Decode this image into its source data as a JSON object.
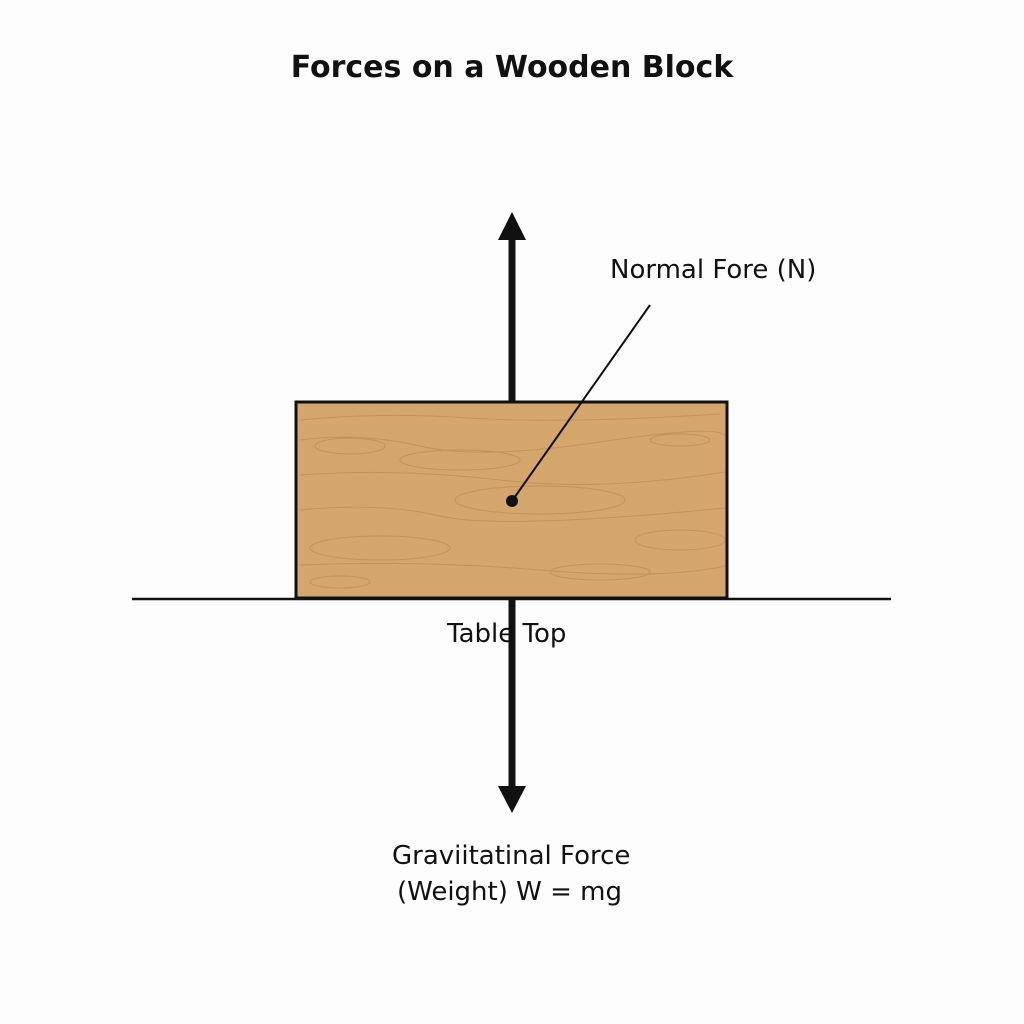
{
  "title": "Forces on a Wooden Block",
  "labels": {
    "normal_force": "Normal Fore (N)",
    "table_top": "Table Top",
    "gravity_line1": "Graviitatinal Force",
    "gravity_line2": "(Weight) W = mg"
  },
  "colors": {
    "wood": "#d4a56c",
    "grain": "#b98a52",
    "ink": "#111111"
  }
}
